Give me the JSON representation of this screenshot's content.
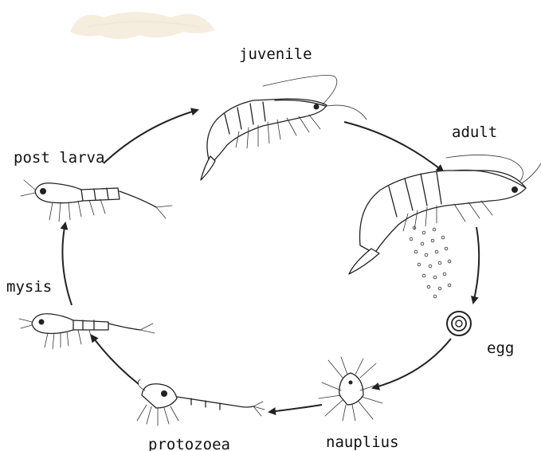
{
  "stages": {
    "juvenile": "juvenile",
    "adult": "adult",
    "egg": "egg",
    "nauplius": "nauplius",
    "protozoea": "protozoea",
    "mysis": "mysis",
    "post_larva": "post larva"
  }
}
